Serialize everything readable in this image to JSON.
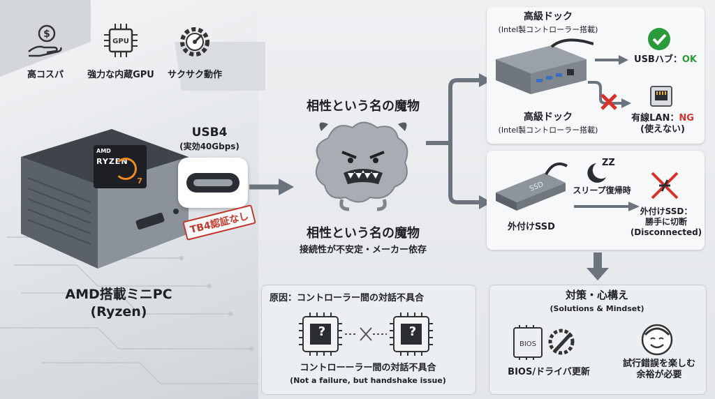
{
  "features": [
    {
      "label": "高コスパ",
      "icon": "hand-coin-icon"
    },
    {
      "label": "強力な内蔵GPU",
      "icon": "gpu-chip-icon"
    },
    {
      "label": "サクサク動作",
      "icon": "speed-gauge-icon"
    }
  ],
  "gpu_chip_text": "GPU",
  "ryzen_badge": {
    "brand": "AMD",
    "name": "RYZEN",
    "tier": "7"
  },
  "usb4": {
    "title": "USB4",
    "subtitle": "(実効40Gbps)"
  },
  "stamp": "TB4認証なし",
  "pc_label": {
    "line1": "AMD搭載ミニPC",
    "line2": "(Ryzen)"
  },
  "monster": {
    "title_top": "相性という名の魔物",
    "title_bottom": "相性という名の魔物",
    "subtitle": "接続性が不安定・メーカー依存"
  },
  "dock": {
    "title": "高級ドック",
    "title_sub": "(Intel製コントローラー搭載)",
    "caption": "高級ドック",
    "caption_sub": "(Intel製コントローラー搭載)",
    "usb_label": "USBハブ：",
    "usb_status": "OK",
    "lan_label": "有線LAN：",
    "lan_status": "NG",
    "lan_sub": "(使えない)"
  },
  "ssd": {
    "caption": "外付けSSD",
    "chip_text": "SSD",
    "sleep_label": "スリープ復帰時",
    "zz": "ZZ",
    "result_line1": "外付けSSD：",
    "result_line2": "勝手に切断",
    "result_line3": "(Disconnected)"
  },
  "cause": {
    "title": "原因：コントローラー間の対話不具合",
    "line1": "コントローーラー間の対話不具合",
    "line2": "(Not a failure, but handshake issue)",
    "q": "?"
  },
  "solutions": {
    "title": "対策・心構え",
    "subtitle": "(Solutions & Mindset)",
    "bios_chip": "BIOS",
    "bios_label": "BIOS/ドライバ更新",
    "mindset_line1": "試行錯誤を楽しむ",
    "mindset_line2": "余裕が必要"
  },
  "colors": {
    "ok": "#2a9a3a",
    "ng": "#d6322b",
    "arrow": "#6b737c"
  }
}
